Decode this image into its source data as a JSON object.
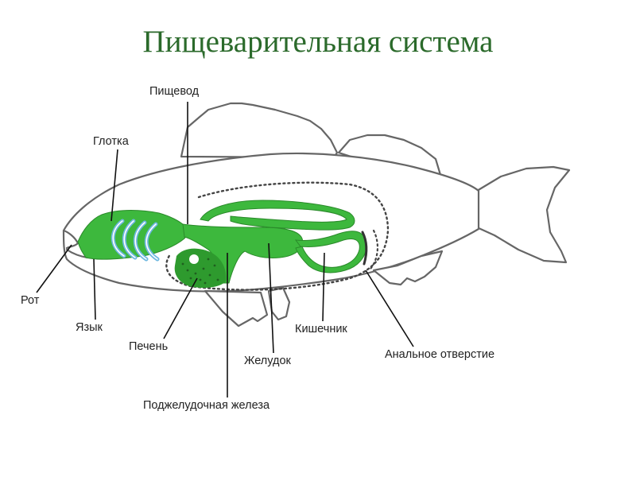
{
  "title": "Пищеварительная система",
  "labels": {
    "esophagus": "Пищевод",
    "pharynx": "Глотка",
    "mouth": "Рот",
    "tongue": "Язык",
    "liver": "Печень",
    "stomach": "Желудок",
    "intestine": "Кишечник",
    "anus": "Анальное отверстие",
    "pancreas": "Поджелудочная железа"
  },
  "colors": {
    "title": "#2b6a2b",
    "digestive_tract": "#3db83d",
    "liver": "#2e9a2e",
    "gills": "#6fb8e0",
    "outline": "#555555"
  }
}
